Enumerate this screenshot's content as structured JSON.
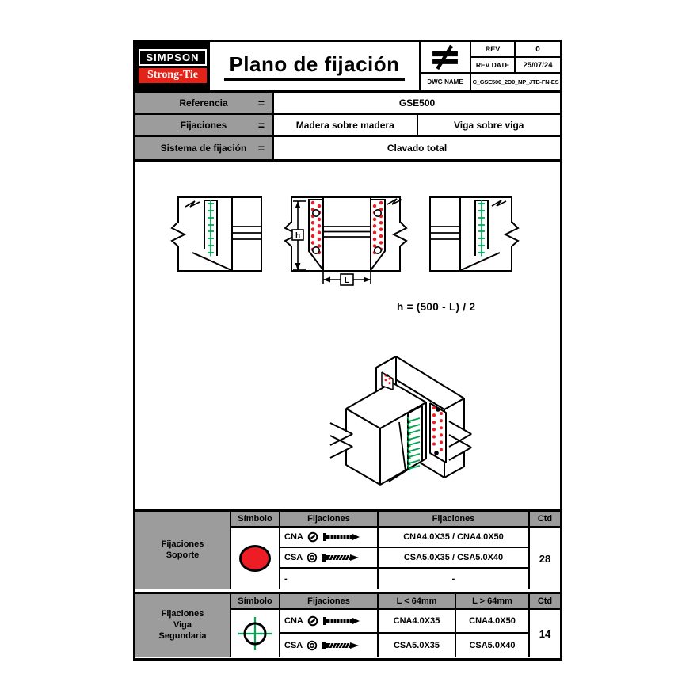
{
  "header": {
    "brand_top": "SIMPSON",
    "brand_bottom": "Strong-Tie",
    "title": "Plano de fijación",
    "logo_icon": "not-equal-icon",
    "rev_label": "REV",
    "rev_value": "0",
    "rev_date_label": "REV DATE",
    "rev_date_value": "25/07/24",
    "dwg_label": "DWG NAME",
    "dwg_value": "C_GSE500_2D0_NP_JTB-FN-ES"
  },
  "reference": {
    "rows": [
      {
        "label": "Referencia",
        "eq": "=",
        "values": [
          "GSE500"
        ]
      },
      {
        "label": "Fijaciones",
        "eq": "=",
        "values": [
          "Madera sobre madera",
          "Viga sobre viga"
        ]
      },
      {
        "label": "Sistema de fijación",
        "eq": "=",
        "values": [
          "Clavado total"
        ]
      }
    ]
  },
  "drawing": {
    "formula": "h = (500 - L) / 2",
    "dim_h": "h",
    "dim_l": "L"
  },
  "support_table": {
    "label_lines": [
      "Fijaciones",
      "Soporte"
    ],
    "headers": [
      "Símbolo",
      "Fijaciones",
      "Fijaciones",
      "Ctd"
    ],
    "symbol": "red-circle-icon",
    "rows": [
      {
        "code": "CNA",
        "name": "CNA4.0X35 / CNA4.0X50"
      },
      {
        "code": "CSA",
        "name": "CSA5.0X35 / CSA5.0X40"
      },
      {
        "code": "-",
        "name": "-"
      }
    ],
    "qty": "28"
  },
  "beam_table": {
    "label_lines": [
      "Fijaciones",
      "Viga",
      "Segundaria"
    ],
    "headers": [
      "Símbolo",
      "Fijaciones",
      "L < 64mm",
      "L > 64mm",
      "Ctd"
    ],
    "symbol": "crosshair-icon",
    "rows": [
      {
        "code": "CNA",
        "short": "CNA4.0X35",
        "long": "CNA4.0X50"
      },
      {
        "code": "CSA",
        "short": "CSA5.0X35",
        "long": "CSA5.0X40"
      }
    ],
    "qty": "14"
  },
  "colors": {
    "accent_red": "#e2231a",
    "nail_red": "#ee1c25",
    "screw_green": "#00a651",
    "table_gray": "#9c9c9c"
  }
}
